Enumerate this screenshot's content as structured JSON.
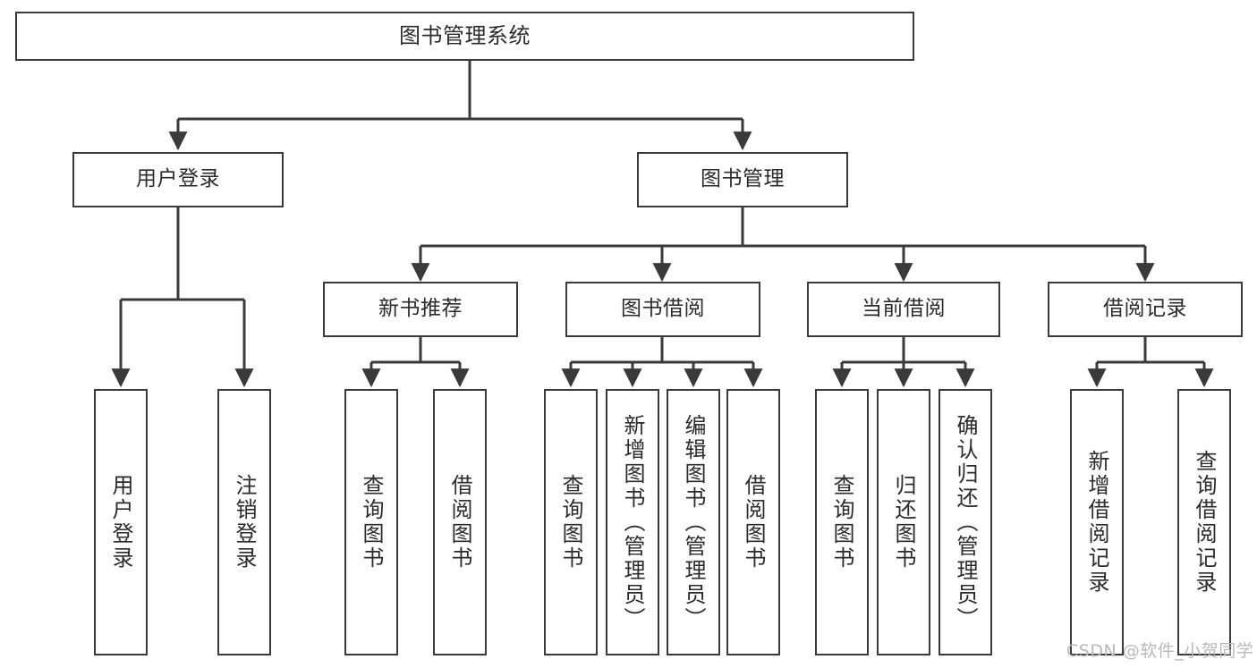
{
  "diagram": {
    "type": "tree-hierarchy",
    "title": "图书管理系统",
    "watermark": "CSDN @软件_小贺同学",
    "colors": {
      "box_border": "#3a3a3a",
      "box_fill": "#ffffff",
      "text": "#2b2b2b",
      "connector": "#3a3a3a",
      "watermark": "#b9b9b9",
      "background": "#ffffff"
    },
    "nodes": {
      "root": {
        "label": "图书管理系统"
      },
      "level2": [
        {
          "label": "用户登录"
        },
        {
          "label": "图书管理"
        }
      ],
      "level3": [
        {
          "label": "新书推荐"
        },
        {
          "label": "图书借阅"
        },
        {
          "label": "当前借阅"
        },
        {
          "label": "借阅记录"
        }
      ],
      "leaves": {
        "user_login": [
          {
            "label": "用户登录"
          },
          {
            "label": "注销登录"
          }
        ],
        "new_book_recommend": [
          {
            "label": "查询图书"
          },
          {
            "label": "借阅图书"
          }
        ],
        "book_borrow": [
          {
            "label": "查询图书"
          },
          {
            "label": "新增图书（管理员）"
          },
          {
            "label": "编辑图书（管理员）"
          },
          {
            "label": "借阅图书"
          }
        ],
        "current_borrow": [
          {
            "label": "查询图书"
          },
          {
            "label": "归还图书"
          },
          {
            "label": "确认归还（管理员）"
          }
        ],
        "borrow_record": [
          {
            "label": "新增借阅记录"
          },
          {
            "label": "查询借阅记录"
          }
        ]
      }
    }
  }
}
